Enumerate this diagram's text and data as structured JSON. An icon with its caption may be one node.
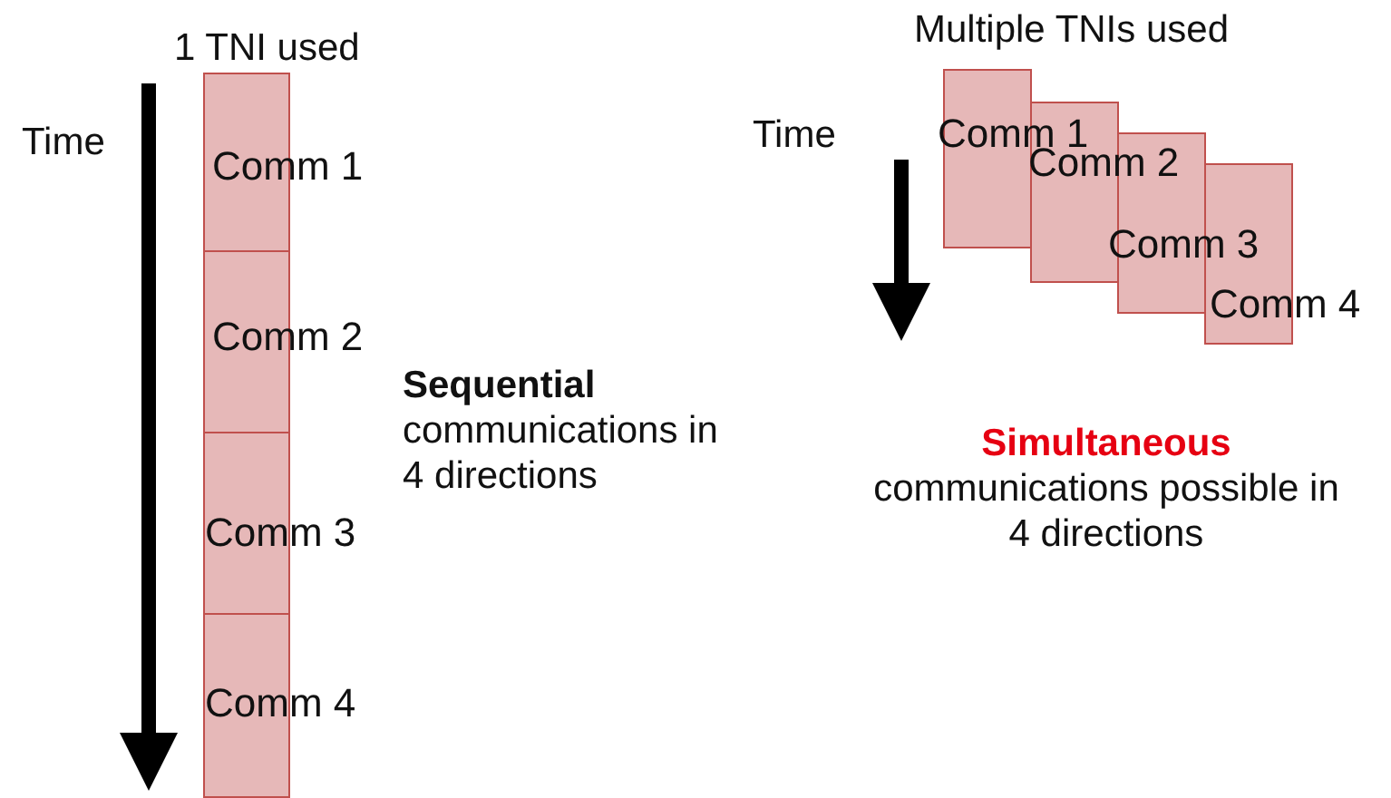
{
  "diagram": {
    "nodes": [
      {
        "text": [
          "Comm 1"
        ]
      },
      {
        "text": [
          "Comm 2"
        ]
      },
      {
        "text": [
          "Comm 3"
        ]
      },
      {
        "text": [
          "Comm 4"
        ]
      },
      {
        "text": [
          "Comm 1"
        ]
      },
      {
        "text": [
          "Comm 2"
        ]
      },
      {
        "text": [
          "Comm 3"
        ]
      },
      {
        "text": [
          "Comm 4"
        ]
      }
    ],
    "edges": [],
    "labels": [
      "1 TNI used",
      "Time",
      "**Sequential** communications in 4 directions",
      "Multiple TNIs used",
      "Time",
      "**Simultaneous** communications possible in 4 directions"
    ]
  }
}
